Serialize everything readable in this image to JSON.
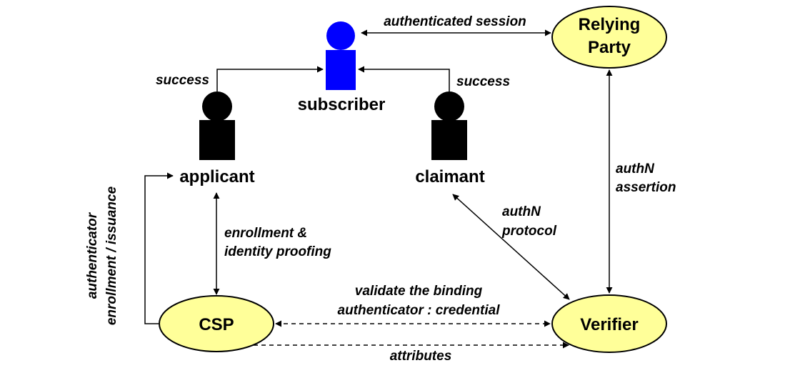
{
  "actors": {
    "subscriber": {
      "label": "subscriber",
      "color": "#0000ff"
    },
    "applicant": {
      "label": "applicant",
      "color": "#000000"
    },
    "claimant": {
      "label": "claimant",
      "color": "#000000"
    }
  },
  "nodes": {
    "relying_party": {
      "line1": "Relying",
      "line2": "Party",
      "fill": "#ffff99"
    },
    "csp": {
      "label": "CSP",
      "fill": "#ffff99"
    },
    "verifier": {
      "label": "Verifier",
      "fill": "#ffff99"
    }
  },
  "edges": {
    "authenticated_session": "authenticated session",
    "success_left": "success",
    "success_right": "success",
    "authn_assertion_1": "authN",
    "authn_assertion_2": "assertion",
    "authn_protocol_1": "authN",
    "authn_protocol_2": "protocol",
    "enrollment_1": "enrollment &",
    "enrollment_2": "identity proofing",
    "validate_1": "validate the binding",
    "validate_2": "authenticator : credential",
    "attributes": "attributes",
    "issuance_1": "authenticator",
    "issuance_2": "enrollment / issuance"
  }
}
